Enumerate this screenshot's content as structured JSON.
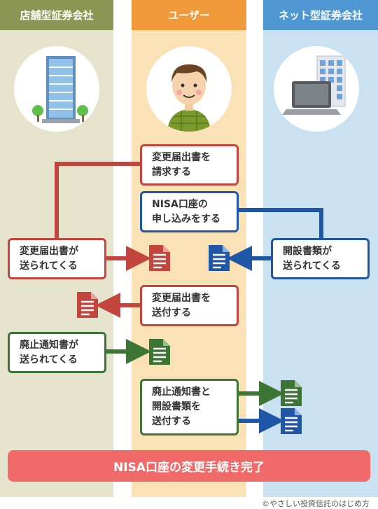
{
  "columns": {
    "store": "店舗型証券会社",
    "user": "ユーザー",
    "online": "ネット型証券会社"
  },
  "steps": {
    "request_change_form": "変更届出書を\n請求する",
    "apply_nisa": "NISA口座の\n申し込みをする",
    "change_form_sent": "変更届出書が\n送られてくる",
    "opening_docs_sent": "開設書類が\n送られてくる",
    "send_change_form": "変更届出書を\n送付する",
    "closure_notice_sent": "廃止通知書が\n送られてくる",
    "send_closure_and_docs": "廃止通知書と\n開設書類を\n送付する"
  },
  "footer": "NISA口座の変更手続き完了",
  "copyright": "©やさしい投資信託のはじめ方",
  "colors": {
    "red": "#c2453e",
    "blue": "#2056a6",
    "green": "#3d7535",
    "footer": "#f06a6a"
  }
}
